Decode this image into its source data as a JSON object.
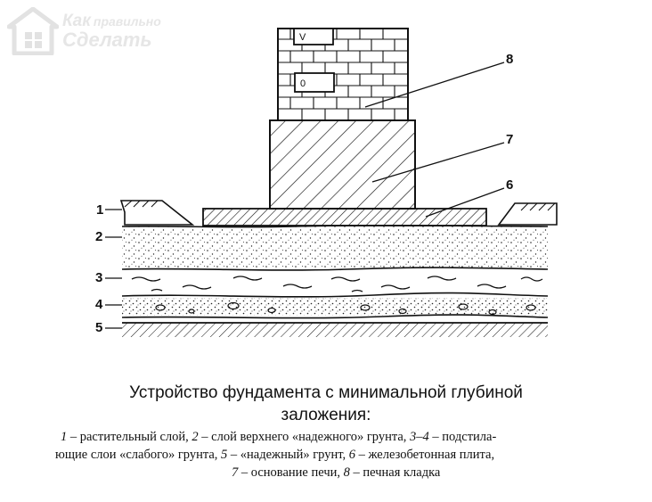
{
  "watermark": {
    "line1_a": "Как",
    "line1_b": "правильно",
    "line2": "Сделать",
    "icon": "house-logo-icon"
  },
  "callouts": {
    "n1": "1",
    "n2": "2",
    "n3": "3",
    "n4": "4",
    "n5": "5",
    "n6": "6",
    "n7": "7",
    "n8": "8"
  },
  "stove_labels": {
    "door_upper": "V",
    "door_lower": "0"
  },
  "caption": {
    "title_line1": "Устройство фундамента с минимальной глубиной",
    "title_line2": "заложения:"
  },
  "legend": {
    "line1": [
      {
        "num": "1",
        "text": " – растительный слой, "
      },
      {
        "num": "2",
        "text": " – слой верхнего «надежного» грунта, "
      },
      {
        "num": "3–4",
        "text": " – подстила-"
      }
    ],
    "line2": [
      {
        "num": "",
        "text": "ющие слои «слабого» грунта, "
      },
      {
        "num": "5",
        "text": " – «надежный» грунт, "
      },
      {
        "num": "6",
        "text": " – железобетонная плита,"
      }
    ],
    "line3": [
      {
        "num": "7",
        "text": " – основание печи, "
      },
      {
        "num": "8",
        "text": " – печная кладка"
      }
    ]
  },
  "colors": {
    "ink": "#111111",
    "watermark": "#e0e0e0",
    "background": "#ffffff"
  }
}
